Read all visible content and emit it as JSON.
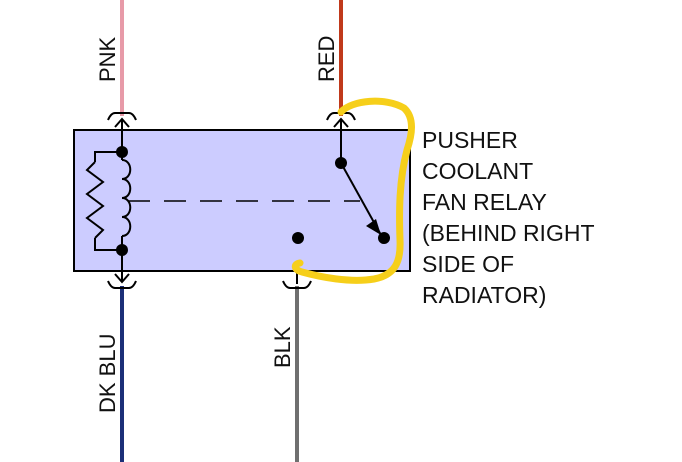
{
  "relay": {
    "label_lines": [
      "PUSHER",
      "COOLANT",
      "FAN RELAY",
      "(BEHIND RIGHT",
      "SIDE OF",
      "RADIATOR)"
    ],
    "fill_color": "#ccccff",
    "outline_color": "#000000"
  },
  "wires": {
    "pnk": {
      "label": "PNK",
      "color": "#e79aa8"
    },
    "red": {
      "label": "RED",
      "color": "#c0391b"
    },
    "dk_blu": {
      "label": "DK BLU",
      "color": "#1c2f78"
    },
    "blk": {
      "label": "BLK",
      "color": "#6f6f6f"
    }
  },
  "annotation": {
    "color": "#f6cf1a"
  }
}
